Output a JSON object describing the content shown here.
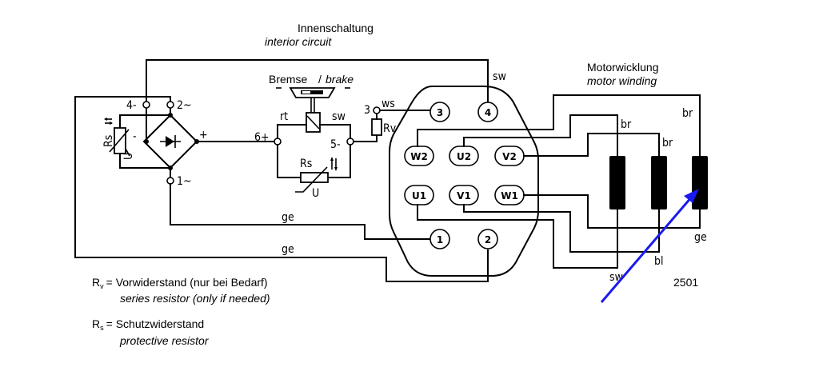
{
  "title": {
    "german": "Innenschaltung",
    "english": "interior circuit"
  },
  "motor_winding": {
    "german": "Motorwicklung",
    "english": "motor winding",
    "wire_colors": {
      "top_outer": "br",
      "top_mid": "br",
      "top_inner": "br",
      "bottom_ge": "ge",
      "bottom_bl": "bl",
      "bottom_sw": "sw"
    }
  },
  "brake": {
    "label_german": "Bremse",
    "separator": "/",
    "label_english": "brake",
    "wire_left": "rt",
    "wire_right": "sw"
  },
  "rectifier": {
    "terminal_4": "4-",
    "terminal_2": "2~",
    "terminal_1": "1~",
    "terminal_6": "6+",
    "terminal_5": "5-",
    "terminal_3": "3",
    "minus": "-",
    "plus": "+",
    "rs_label": "Rs",
    "u_label": "U",
    "rv_label": "Rv"
  },
  "wire_labels": {
    "ws": "ws",
    "sw_top": "sw",
    "ge_upper": "ge",
    "ge_lower": "ge"
  },
  "connector": {
    "terminals": [
      "3",
      "4",
      "W2",
      "U2",
      "V2",
      "U1",
      "V1",
      "W1",
      "1",
      "2"
    ]
  },
  "figure_number": "2501",
  "legend": [
    {
      "symbol": "R",
      "subscript": "v",
      "german": "= Vorwiderstand (nur bei Bedarf)",
      "english": "series resistor (only if needed)"
    },
    {
      "symbol": "R",
      "subscript": "s",
      "german": "= Schutzwiderstand",
      "english": "protective resistor"
    }
  ],
  "annotation": {
    "arrow_color": "#1a1aee"
  }
}
